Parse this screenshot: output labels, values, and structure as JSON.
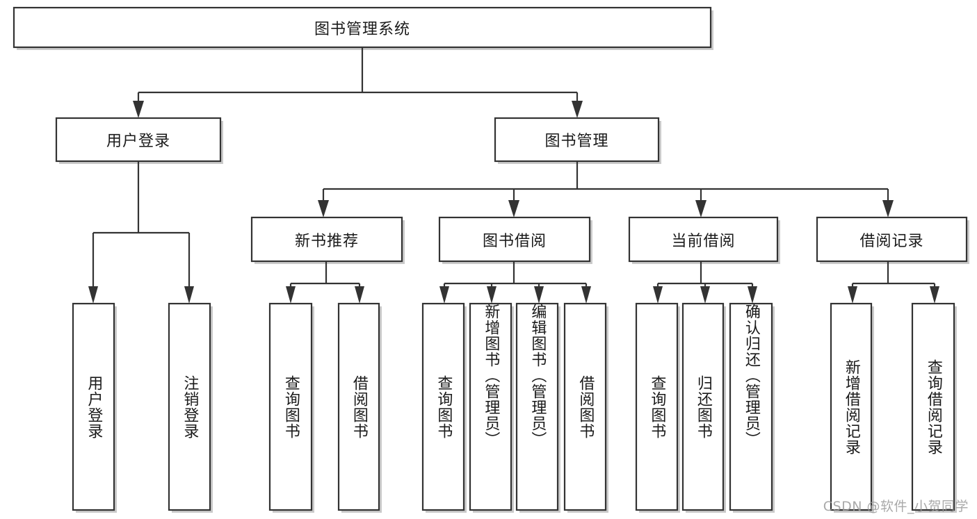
{
  "diagram": {
    "type": "tree-hierarchy",
    "title": "图书管理系统",
    "root": {
      "label": "图书管理系统",
      "orientation": "horizontal"
    },
    "level2": [
      {
        "label": "用户登录",
        "orientation": "horizontal"
      },
      {
        "label": "图书管理",
        "orientation": "horizontal"
      }
    ],
    "level3": [
      {
        "label": "新书推荐",
        "orientation": "horizontal",
        "parent": "图书管理"
      },
      {
        "label": "图书借阅",
        "orientation": "horizontal",
        "parent": "图书管理"
      },
      {
        "label": "当前借阅",
        "orientation": "horizontal",
        "parent": "图书管理"
      },
      {
        "label": "借阅记录",
        "orientation": "horizontal",
        "parent": "图书管理"
      }
    ],
    "leaves": {
      "user_login": [
        {
          "label": "用户登录",
          "orientation": "vertical"
        },
        {
          "label": "注销登录",
          "orientation": "vertical"
        }
      ],
      "new_book_recommend": [
        {
          "label": "查询图书",
          "orientation": "vertical"
        },
        {
          "label": "借阅图书",
          "orientation": "vertical"
        }
      ],
      "book_borrow": [
        {
          "label": "查询图书",
          "orientation": "vertical"
        },
        {
          "label": "新增图书（管理员）",
          "orientation": "vertical"
        },
        {
          "label": "编辑图书（管理员）",
          "orientation": "vertical"
        },
        {
          "label": "借阅图书",
          "orientation": "vertical"
        }
      ],
      "current_borrow": [
        {
          "label": "查询图书",
          "orientation": "vertical"
        },
        {
          "label": "归还图书",
          "orientation": "vertical"
        },
        {
          "label": "确认归还（管理员）",
          "orientation": "vertical"
        }
      ],
      "borrow_record": [
        {
          "label": "新增借阅记录",
          "orientation": "vertical"
        },
        {
          "label": "查询借阅记录",
          "orientation": "vertical"
        }
      ]
    }
  },
  "watermark": {
    "text": "CSDN @软件_小贺同学"
  },
  "colors": {
    "stroke": "#333333",
    "fill": "#ffffff",
    "text": "#1a1a1a",
    "shadow": "#b8b8b8",
    "watermark": "#9b9b9b"
  }
}
